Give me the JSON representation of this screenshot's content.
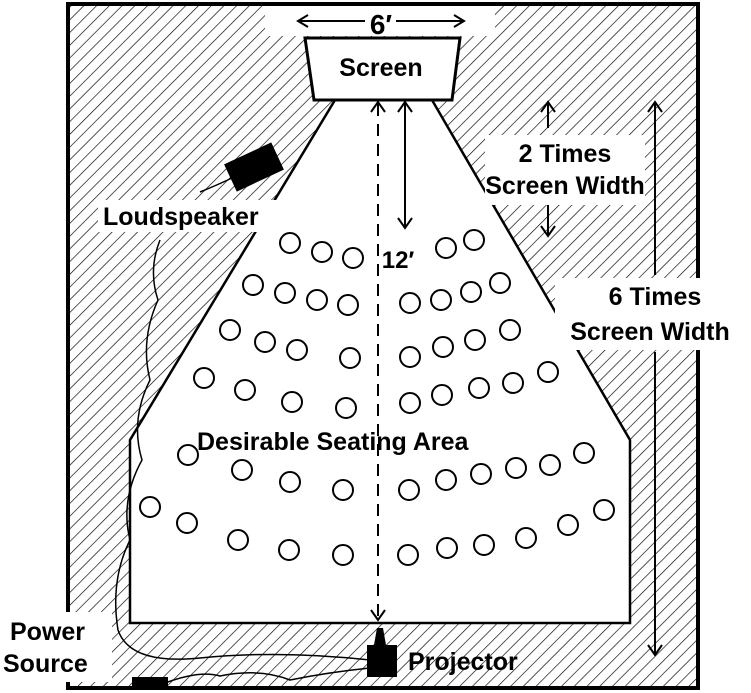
{
  "screen_label": "Screen",
  "screen_width_label": "6′",
  "distance_label": "12′",
  "loudspeaker_label": "Loudspeaker",
  "two_times_label": [
    "2 Times",
    "Screen Width"
  ],
  "six_times_label": [
    "6 Times",
    "Screen Width"
  ],
  "seating_label": "Desirable Seating Area",
  "power_label": [
    "Power",
    "Source"
  ],
  "projector_label": "Projector",
  "colors": {
    "ink": "#000000",
    "paper": "#ffffff"
  }
}
